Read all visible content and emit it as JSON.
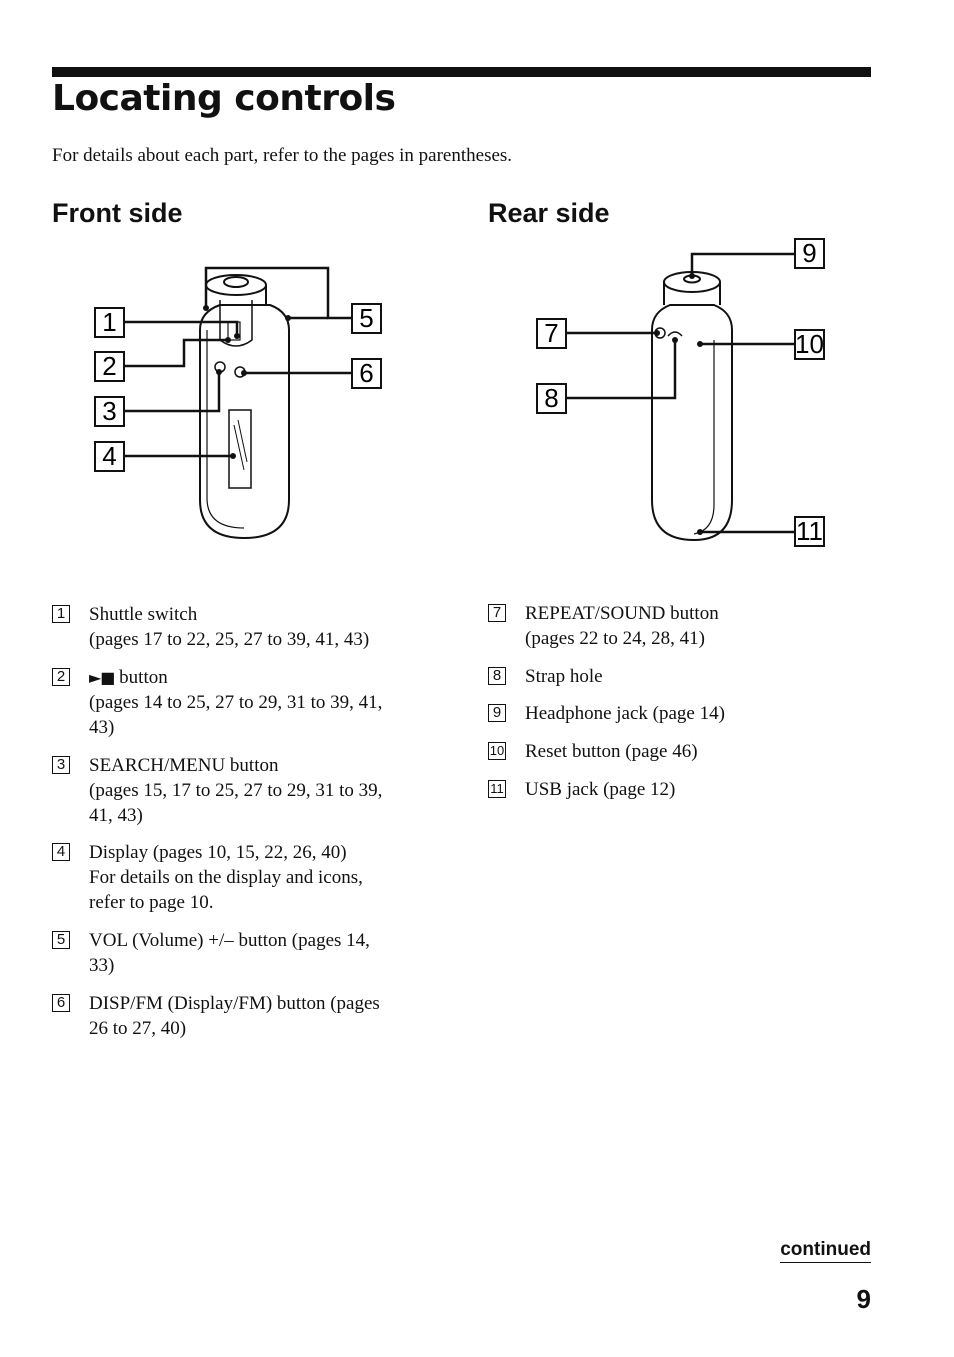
{
  "header": {
    "title": "Locating controls",
    "intro": "For details about each part, refer to the pages in parentheses."
  },
  "front": {
    "heading": "Front side",
    "callouts": [
      "1",
      "2",
      "3",
      "4",
      "5",
      "6"
    ]
  },
  "rear": {
    "heading": "Rear side",
    "callouts": [
      "7",
      "8",
      "9",
      "10",
      "11"
    ]
  },
  "front_parts": [
    {
      "num": "1",
      "text": "Shuttle switch\n(pages 17 to 22, 25, 27 to 39, 41, 43)"
    },
    {
      "num": "2",
      "glyph": "►■",
      "text": " button\n(pages 14 to 25, 27 to 29, 31 to 39, 41,\n43)"
    },
    {
      "num": "3",
      "text": "SEARCH/MENU button\n(pages 15, 17 to 25, 27 to 29, 31 to 39,\n41, 43)"
    },
    {
      "num": "4",
      "text": "Display (pages 10, 15, 22, 26, 40)\nFor details on the display and icons,\nrefer to page 10."
    },
    {
      "num": "5",
      "text": "VOL (Volume) +/– button (pages 14,\n33)"
    },
    {
      "num": "6",
      "text": "DISP/FM (Display/FM) button (pages\n26 to 27, 40)"
    }
  ],
  "rear_parts": [
    {
      "num": "7",
      "text": "REPEAT/SOUND button\n(pages 22 to 24, 28, 41)"
    },
    {
      "num": "8",
      "text": "Strap hole"
    },
    {
      "num": "9",
      "text": "Headphone jack (page 14)"
    },
    {
      "num": "10",
      "text": "Reset button (page 46)"
    },
    {
      "num": "11",
      "text": "USB jack (page 12)"
    }
  ],
  "footer": {
    "continued": "continued",
    "page_number": "9"
  }
}
